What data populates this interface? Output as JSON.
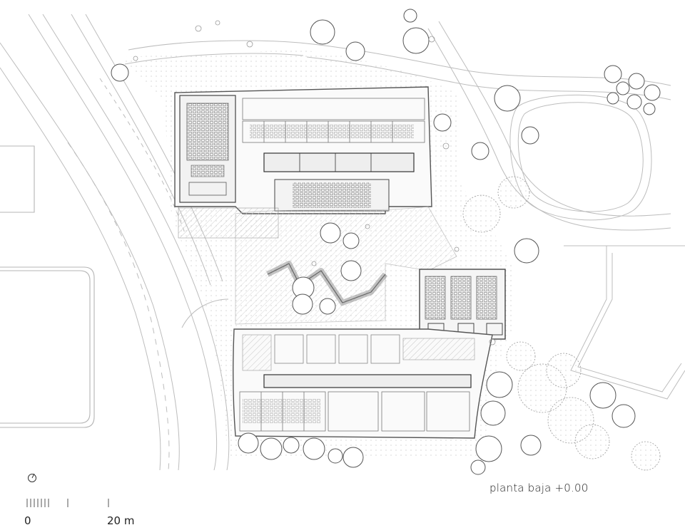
{
  "caption": "planta baja +0.00",
  "scale_bar": {
    "start_label": "0",
    "end_label": "20 m"
  },
  "icons": [
    "north-arrow-icon",
    "tree-icon",
    "shrub-icon"
  ]
}
